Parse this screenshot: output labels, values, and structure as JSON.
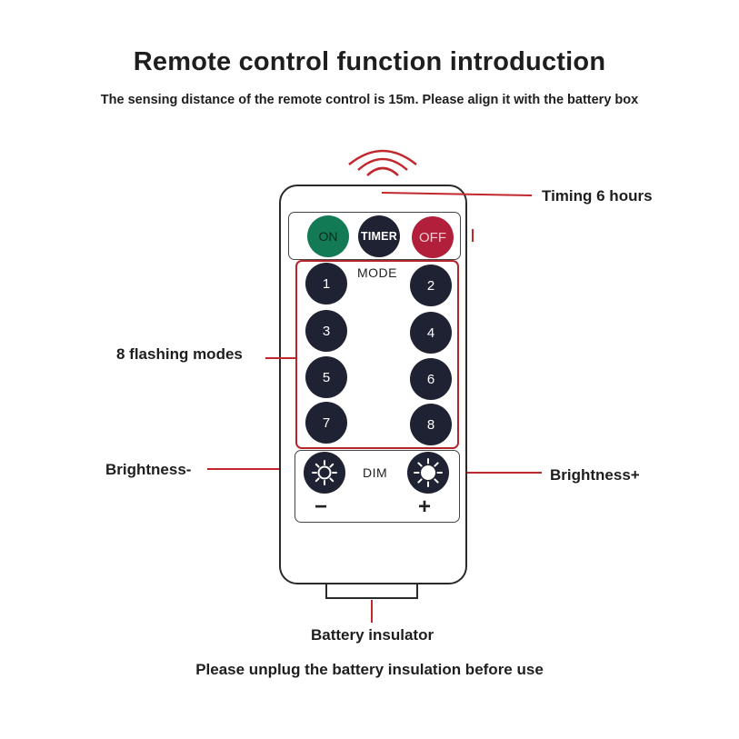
{
  "header": {
    "title": "Remote control function introduction",
    "subtitle": "The sensing distance of the remote control is 15m. Please align it with the battery box"
  },
  "callouts": {
    "timing": "Timing 6 hours",
    "modes": "8 flashing modes",
    "brightness_down": "Brightness-",
    "brightness_up": "Brightness+",
    "insulator": "Battery insulator"
  },
  "footer": {
    "note": "Please unplug the battery insulation before use"
  },
  "remote": {
    "top_buttons": {
      "on": "ON",
      "timer": "TIMER",
      "off": "OFF"
    },
    "mode_label": "MODE",
    "mode_buttons": [
      "1",
      "2",
      "3",
      "4",
      "5",
      "6",
      "7",
      "8"
    ],
    "dim_label": "DIM",
    "dim_minus": "−",
    "dim_plus": "+"
  },
  "colors": {
    "on_button": "#127a55",
    "off_button": "#b11f3a",
    "dark_button": "#1f2233",
    "callout_line": "#c0282e"
  },
  "icons": {
    "signal": "signal-waves-icon",
    "brightness_down": "sun-outline-icon",
    "brightness_up": "sun-filled-icon"
  }
}
